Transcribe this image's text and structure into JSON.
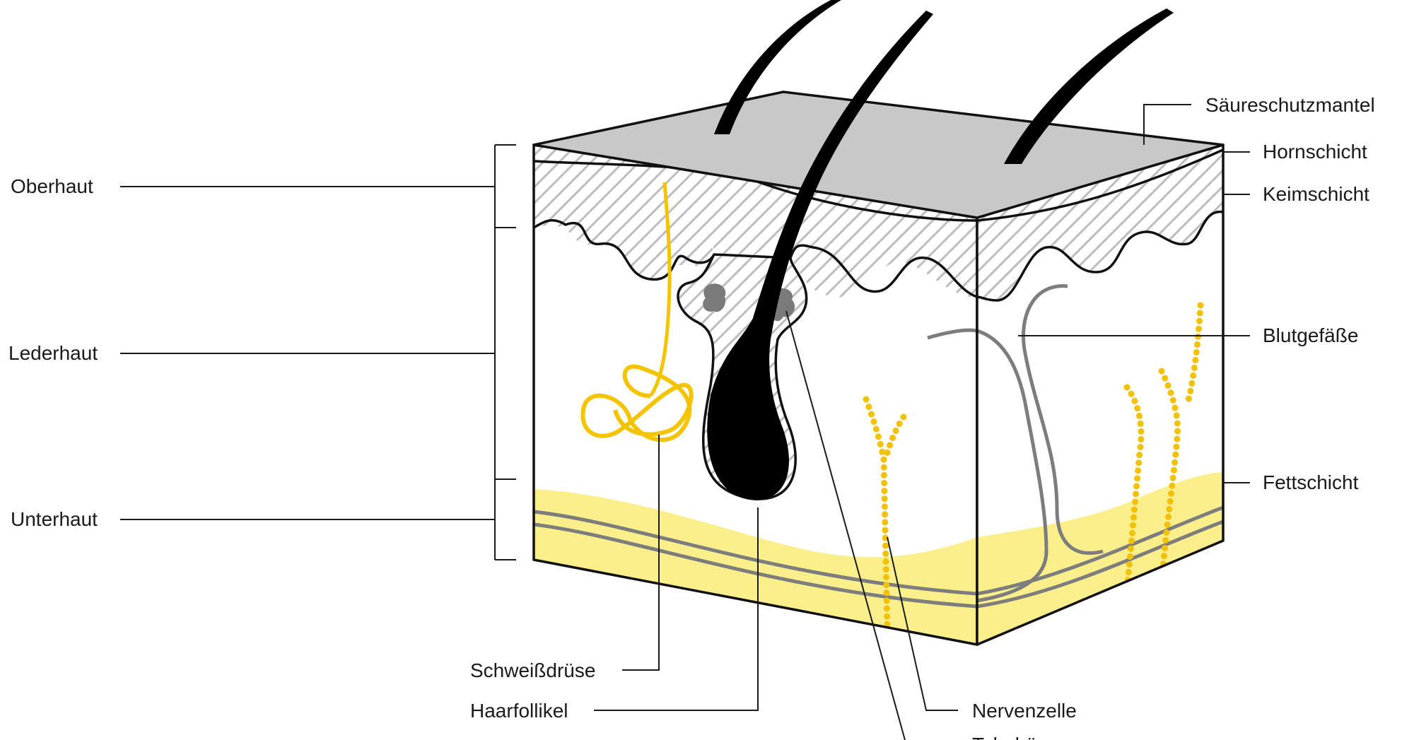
{
  "labels": {
    "oberhaut": "Oberhaut",
    "lederhaut": "Lederhaut",
    "unterhaut": "Unterhaut",
    "saeureschutzmantel": "Säureschutzmantel",
    "hornschicht": "Hornschicht",
    "keimschicht": "Keimschicht",
    "blutgefaesse": "Blutgefäße",
    "fettschicht": "Fettschicht",
    "schweissdruese": "Schweißdrüse",
    "haarfollikel": "Haarfollikel",
    "nervenzelle": "Nervenzelle",
    "talgdruese": "Talgdrü..."
  },
  "colors": {
    "horn": "#c8c8c8",
    "hatch": "#bdbdbd",
    "fat": "#fbef8c",
    "gland": "#f5c400",
    "nerve": "#f2c10a",
    "vessel": "#7d7d7d",
    "sebaceous": "#7a7a7a",
    "hair": "#000000",
    "outline": "#111111"
  }
}
